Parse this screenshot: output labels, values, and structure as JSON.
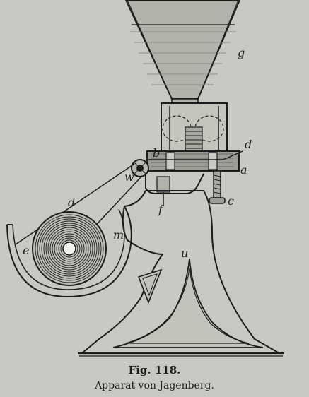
{
  "figure": {
    "number": "Fig. 118.",
    "caption": "Apparat von Jagenberg."
  },
  "labels": {
    "g": "g",
    "d_top": "d",
    "b": "b",
    "a": "a",
    "w": "w",
    "c": "c",
    "f": "f",
    "d_left": "d",
    "e": "e",
    "m": "m",
    "u": "u"
  }
}
